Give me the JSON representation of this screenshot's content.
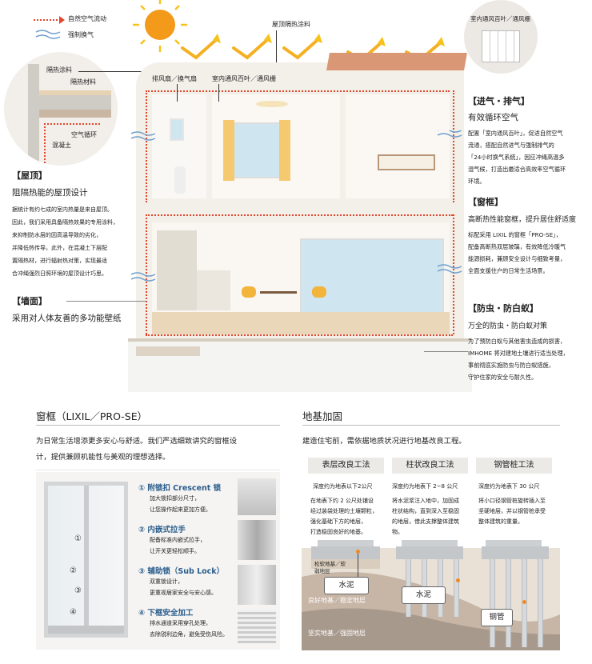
{
  "legend": {
    "natural_flow": "自然空气流动",
    "forced_ventilation": "强制换气"
  },
  "detail_circle": {
    "coating": "隔热涂料",
    "insulation": "隔热材料",
    "air": "空气循环",
    "concrete": "混凝土"
  },
  "house_labels": {
    "roof_coating": "屋顶隔热涂料",
    "fan": "排风扇／换气扇",
    "vent": "室内通风百叶／通风栅",
    "vent_circle": "室内通风百叶／通风栅"
  },
  "roof": {
    "tag": "【屋顶】",
    "title": "阻隔热能的屋顶设计",
    "lines": [
      "据统计有约七成的室内热量是来自屋顶。",
      "因此，我们采用具备隔热效果的专用涂料，",
      "来抑制防水层的因高温导致的劣化，",
      "并降低热传导。此外，在混凝土下层配",
      "置隔热材，进行辐射热对策，实现最适",
      "合冲绳强烈日照环境的屋顶设计巧思。"
    ]
  },
  "wall": {
    "tag": "【墙面】",
    "title": "采用对人体友善的多功能壁纸"
  },
  "air": {
    "tag": "【进气・排气】",
    "title": "有效循环空气",
    "lines": [
      "配置「室内通风百叶」，促进自然空气",
      "流通，搭配自然进气与强制排气的",
      "「24小时换气系统」，因应冲绳高温多",
      "湿气候，打造出最适合高效率空气循环",
      "环境。"
    ]
  },
  "window": {
    "tag": "【窗框】",
    "title": "高断热性能窗框，提升居住舒适度",
    "lines": [
      "标配采用 LIXIL 的窗框「PRO-SE」，",
      "配备高断热双层玻璃，有效降低冷暖气",
      "能源损耗，兼顾安全设计与细致考量，",
      "全面支援住户的日常生活场景。"
    ]
  },
  "termite": {
    "tag": "【防虫・防白蚁】",
    "title": "万全的防虫・防白蚁对策",
    "lines": [
      "为了预防白蚁与其他害虫造成的损害，",
      "IMHOME 将对建地土壤进行适当处理，",
      "事前彻底实施防虫与防白蚁措施，",
      "守护住家的安全与耐久性。"
    ]
  },
  "frame_section": {
    "heading": "窗框（LIXIL／PRO-SE）",
    "lines": [
      "为日常生活增添更多安心与舒适。我们严选细致讲究的窗框设",
      "计，提供兼顾机能性与美观的理想选择。"
    ],
    "items": [
      {
        "num": "①",
        "title": "附锁扣 Crescent 锁",
        "desc": [
          "加大锁扣部分尺寸，",
          "让您操作起来更加方便。"
        ]
      },
      {
        "num": "②",
        "title": "内嵌式拉手",
        "desc": [
          "配备标准内嵌式拉手，",
          "让开关更轻松顺手。"
        ]
      },
      {
        "num": "③",
        "title": "辅助锁（Sub Lock）",
        "desc": [
          "双重锁设计，",
          "更重视居家安全与安心感。"
        ]
      },
      {
        "num": "④",
        "title": "下框安全加工",
        "desc": [
          "排水通道采用穿孔处理，",
          "去除锐利边角，避免受伤风险。"
        ]
      }
    ]
  },
  "foundation": {
    "heading": "地基加固",
    "intro": "建造住宅前，需依据地质状况进行地基改良工程。",
    "methods": [
      {
        "name": "表层改良工法",
        "depth": "深度约为地表以下2公尺",
        "desc": [
          "在地表下约 2 公尺处铺设",
          "经过装袋处理的土壤颗粒，",
          "强化基础下方的地层，",
          "打造稳固良好的地基。"
        ]
      },
      {
        "name": "柱状改良工法",
        "depth": "深度约为地表下 2~8 公尺",
        "desc": [
          "将水泥浆注入地中，加固成",
          "柱状结构，直到深入至稳固",
          "的地层，借此支撑整体建筑",
          "物。"
        ]
      },
      {
        "name": "钢管桩工法",
        "depth": "深度约为地表下 30 公尺",
        "desc": [
          "将小口径钢管桩旋转插入至",
          "坚硬地层，并以钢管桩承受",
          "整体建筑的重量。"
        ]
      }
    ],
    "diagram": {
      "soft": "松软地基／软弱地层",
      "good": "良好地基／稳定地层",
      "hard": "坚实地基／强固地层",
      "cement1": "水泥",
      "cement2": "水泥",
      "steel": "钢管"
    }
  }
}
